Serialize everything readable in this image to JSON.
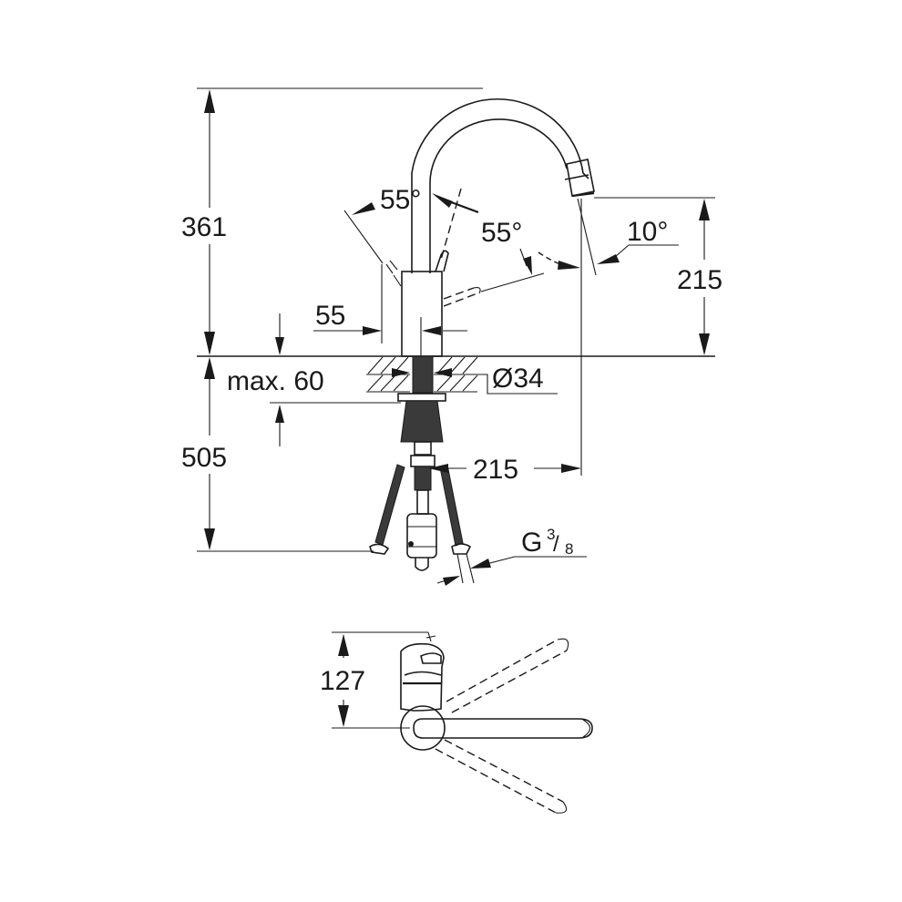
{
  "drawing": {
    "title": "Kitchen faucet dimension drawing",
    "colors": {
      "line": "#1a1a1a",
      "background": "#ffffff"
    },
    "side_view": {
      "dimensions": {
        "total_height": "361",
        "spout_outlet_height": "215",
        "spout_projection": "215",
        "below_counter_length": "505",
        "body_offset": "55",
        "max_counter_thickness": "max. 60",
        "hole_diameter": "Ø34",
        "connection_thread_main": "G",
        "connection_thread_num": "3",
        "connection_thread_den": "8"
      },
      "angles": {
        "lever_left": "55°",
        "lever_right": "55°",
        "spout_tilt": "10°"
      }
    },
    "top_view": {
      "dimensions": {
        "depth": "127"
      }
    }
  }
}
